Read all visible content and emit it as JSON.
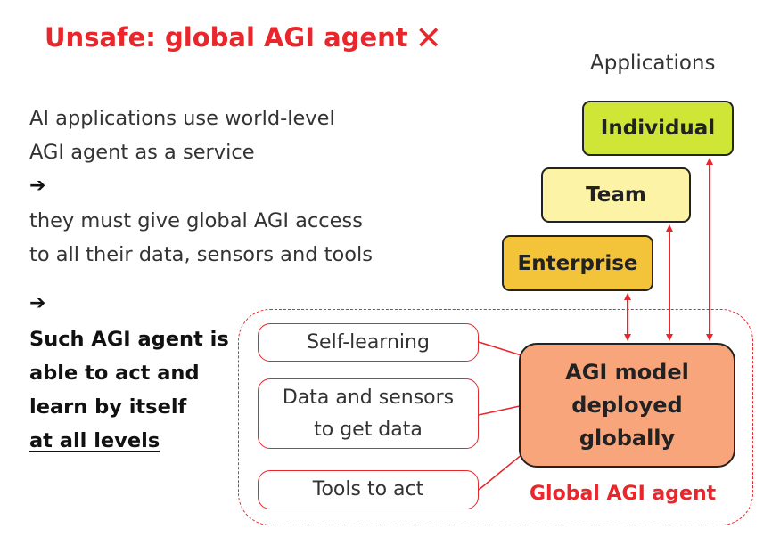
{
  "header": {
    "title": "Unsafe: global AGI agent",
    "title_mark": "✕"
  },
  "left_text": {
    "line1": "AI applications use world-level",
    "line2": "AGI agent as a service",
    "arrow1": "➔",
    "line3": "they must give global AGI access",
    "line4": "to all their data, sensors and tools",
    "arrow2": "➔",
    "bold_line1": "Such AGI agent is",
    "bold_line2": "able to act and",
    "bold_line3": "learn by itself",
    "bold_line4": "at all levels"
  },
  "applications": {
    "label": "Applications",
    "levels": [
      "Individual",
      "Team",
      "Enterprise"
    ]
  },
  "capabilities": {
    "self_learning": "Self-learning",
    "data_sensors": "Data and sensors\nto get data",
    "tools": "Tools to act"
  },
  "core": {
    "label": "AGI model\ndeployed\nglobally",
    "group_label": "Global AGI agent"
  },
  "colors": {
    "accent_red": "#e8262b",
    "individual": "#cfe637",
    "team": "#fdf3a6",
    "enterprise": "#f3c33a",
    "agi_model": "#f9a57c"
  }
}
